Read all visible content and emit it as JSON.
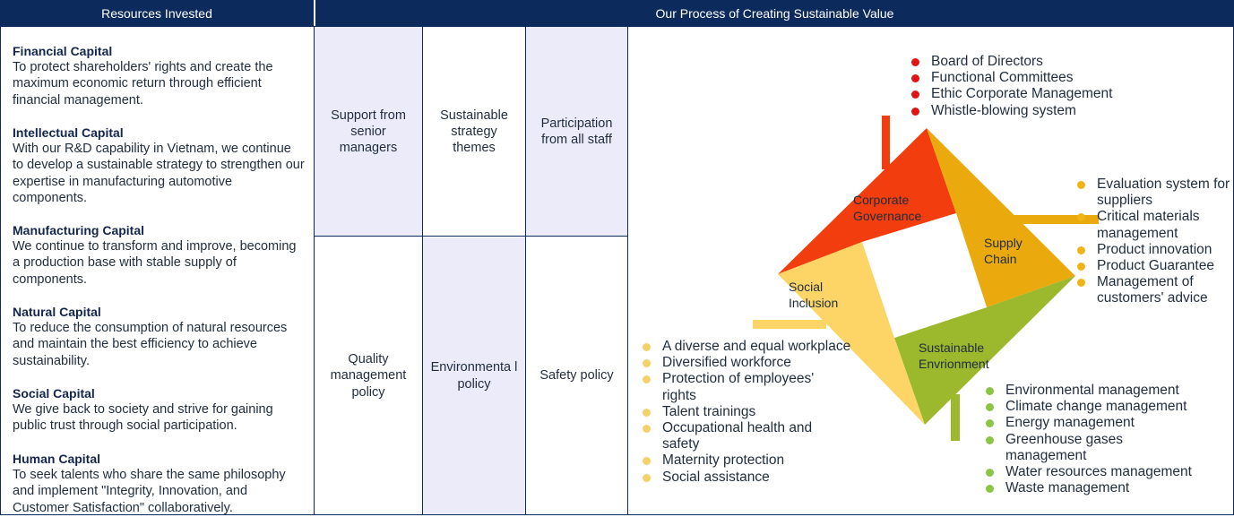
{
  "headers": {
    "resources": "Resources Invested",
    "process": "Our Process of Creating Sustainable Value"
  },
  "capitals": [
    {
      "title": "Financial Capital",
      "body": "To protect shareholders' rights and create the maximum economic return through efficient financial management."
    },
    {
      "title": "Intellectual Capital",
      "body": "With our R&D capability in Vietnam, we continue to develop a sustainable strategy to strengthen our expertise in manufacturing automotive components."
    },
    {
      "title": "Manufacturing Capital",
      "body": "We continue to transform and improve, becoming a production base with stable supply of components."
    },
    {
      "title": "Natural Capital",
      "body": "To reduce the consumption of natural resources and maintain the best efficiency to achieve sustainability."
    },
    {
      "title": "Social Capital",
      "body": "We give back to society and strive for gaining public trust through social participation."
    },
    {
      "title": "Human Capital",
      "body": "To seek talents who share the same philosophy and implement \"Integrity, Innovation, and Customer Satisfaction\" collaboratively."
    }
  ],
  "grid": {
    "top": [
      "Support from senior managers",
      "Sustainable strategy themes",
      "Participation from all staff"
    ],
    "bottom": [
      "Quality management policy",
      "Environmenta l policy",
      "Safety policy"
    ]
  },
  "diagram": {
    "colors": {
      "governance": "#f23d0f",
      "supply": "#eaaa0e",
      "environment": "#9cb82c",
      "social": "#fcd566",
      "red_dot": "#e01414",
      "orange_dot": "#f0b514",
      "green_dot": "#8cc446",
      "yellow_dot": "#f6d06a"
    },
    "segments": {
      "governance": "Corporate Governance",
      "supply": "Supply Chain",
      "environment": "Sustainable Envrionment",
      "social": "Social Inclusion"
    },
    "governance_items": [
      "Board of Directors",
      "Functional Committees",
      "Ethic Corporate Management",
      "Whistle-blowing system"
    ],
    "supply_items": [
      "Evaluation system for suppliers",
      "Critical materials management",
      "Product innovation",
      "Product Guarantee",
      "Management of customers' advice"
    ],
    "environment_items": [
      "Environmental management",
      "Climate change management",
      "Energy management",
      "Greenhouse gases management",
      "Water resources management",
      "Waste management"
    ],
    "social_items": [
      "A diverse and equal workplace",
      "Diversified workforce",
      "Protection of employees' rights",
      "Talent trainings",
      "Occupational health and safety",
      "Maternity protection",
      "Social assistance"
    ]
  }
}
